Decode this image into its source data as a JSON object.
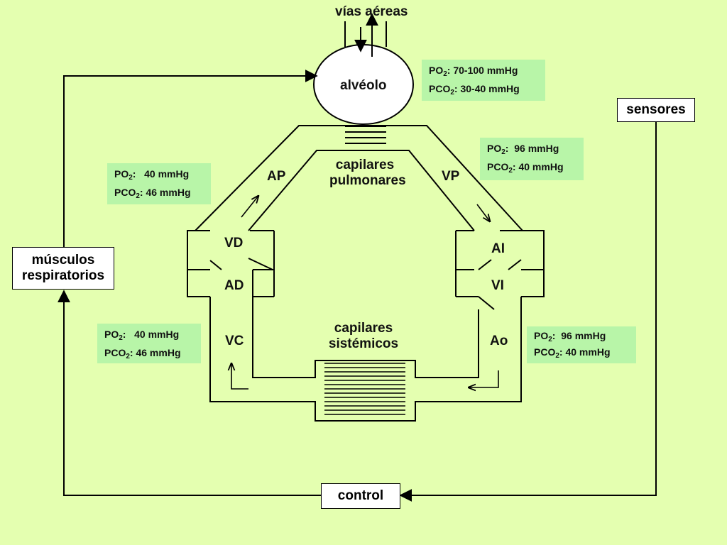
{
  "labels": {
    "vias_aereas": "vías aéreas",
    "alveolo": "alvéolo",
    "capilares_pulmonares_1": "capilares",
    "capilares_pulmonares_2": "pulmonares",
    "capilares_sistemicos_1": "capilares",
    "capilares_sistemicos_2": "sistémicos",
    "ap": "AP",
    "vp": "VP",
    "vd": "VD",
    "ad": "AD",
    "ai": "AI",
    "vi": "VI",
    "vc": "VC",
    "ao": "Ao"
  },
  "boxes": {
    "sensores": "sensores",
    "musculos_1": "músculos",
    "musculos_2": "respiratorios",
    "control": "control"
  },
  "gas_values": {
    "alveolo": {
      "po2": "70-100 mmHg",
      "pco2": "30-40 mmHg"
    },
    "vp": {
      "po2": "96 mmHg",
      "pco2": "40 mmHg"
    },
    "ap": {
      "po2": "40 mmHg",
      "pco2": "46 mmHg"
    },
    "vc": {
      "po2": "40 mmHg",
      "pco2": "46 mmHg"
    },
    "ao": {
      "po2": "96 mmHg",
      "pco2": "40 mmHg"
    }
  },
  "gas_prefix": {
    "po": "PO",
    "pco": "PCO",
    "sub": "2",
    "colon": ":"
  },
  "colors": {
    "background": "#E4FFB0",
    "gas_box": "#B8F5A8",
    "line": "#000000"
  }
}
